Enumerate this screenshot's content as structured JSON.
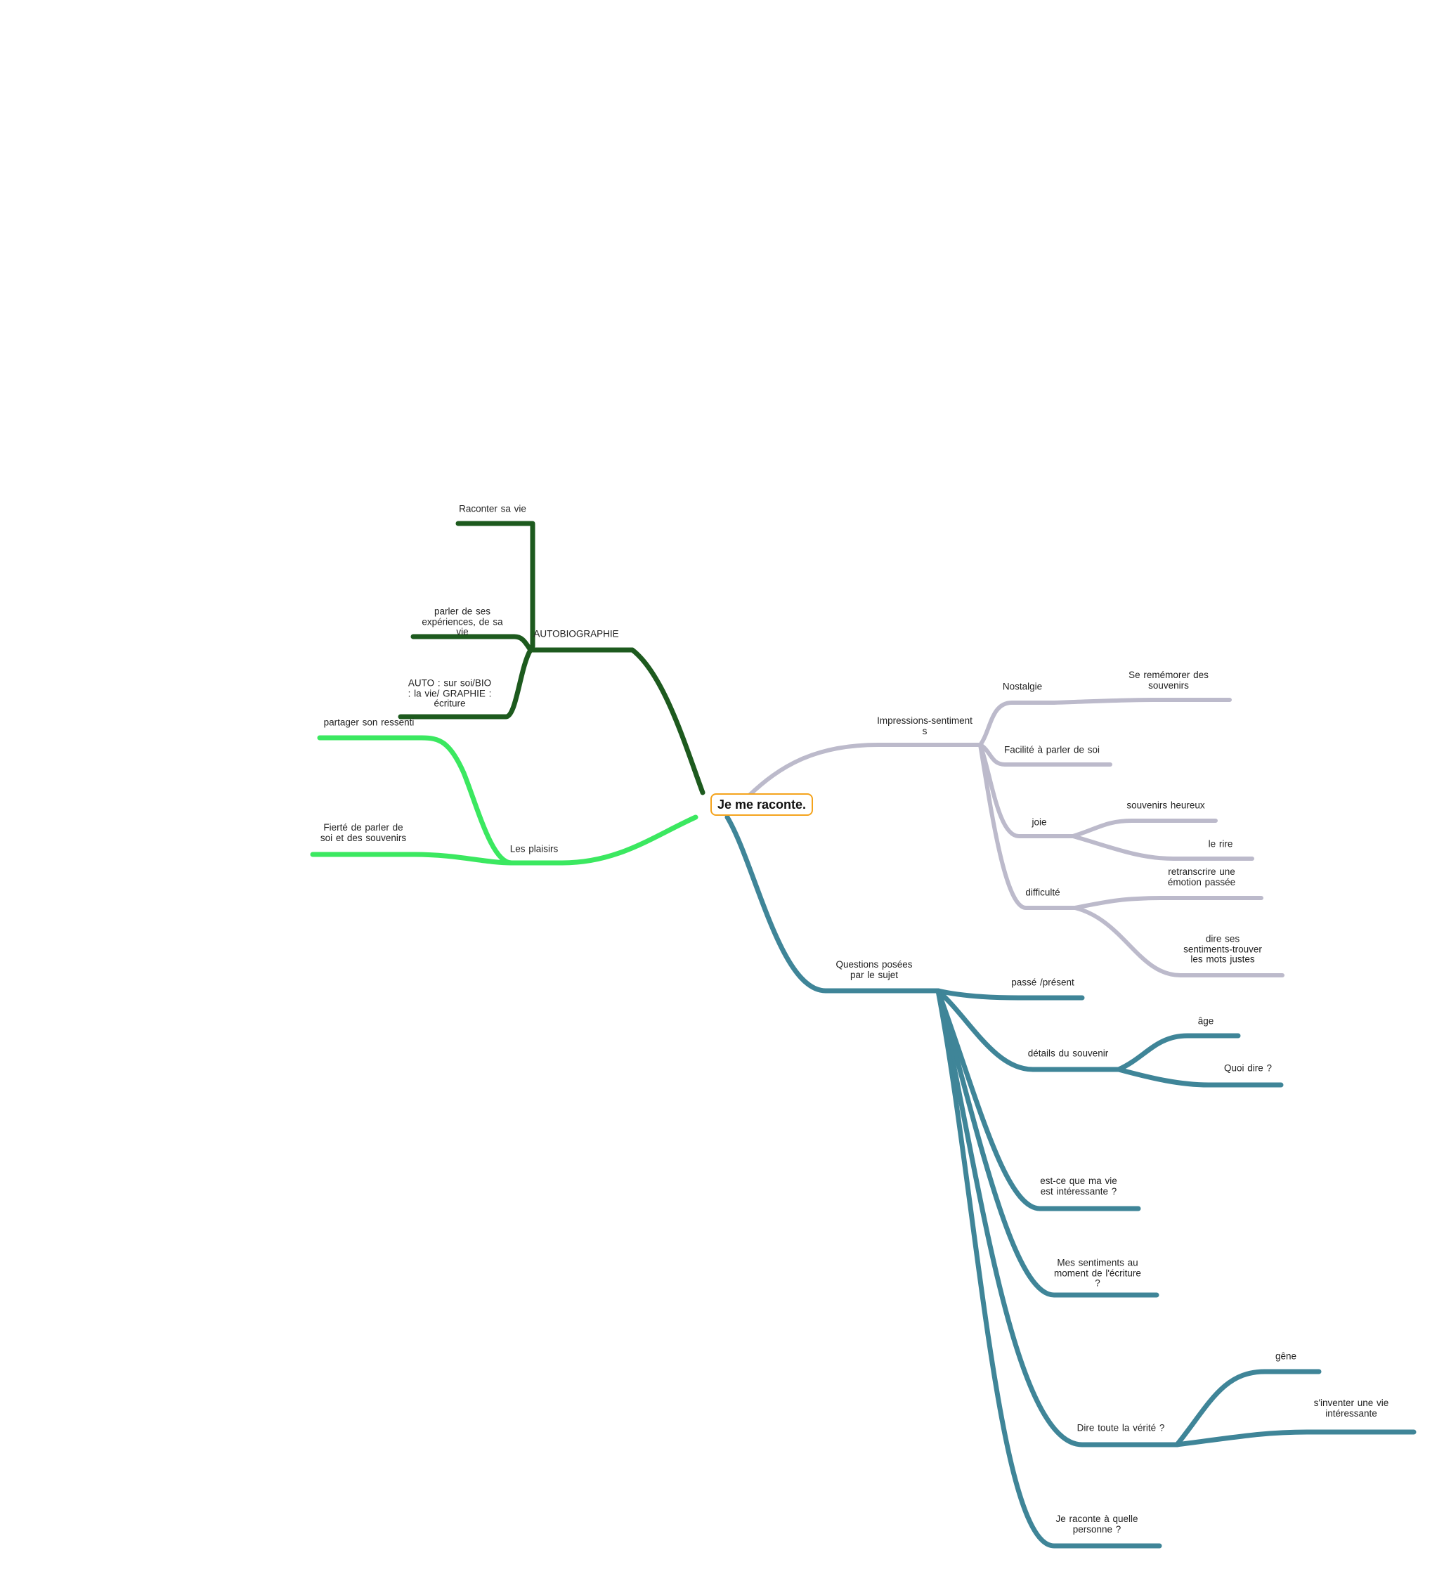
{
  "root": {
    "label": "Je me raconte.",
    "border_color": "#f4a31c"
  },
  "colors": {
    "autobiographie": "#1d5a1e",
    "plaisirs": "#3be860",
    "impressions": "#bcbacb",
    "questions": "#3f8598"
  },
  "branches": {
    "autobiographie": {
      "label": "AUTOBIOGRAPHIE",
      "children": [
        "Raconter sa vie",
        "parler  de  ses\nexpériences,  de  sa\nvie",
        "AUTO  :  sur  soi/BIO\n:  la  vie/  GRAPHIE  :\nécriture"
      ]
    },
    "plaisirs": {
      "label": "Les plaisirs",
      "children": [
        "partager son ressenti",
        "Fierté  de  parler  de\nsoi  et  des  souvenirs"
      ]
    },
    "impressions": {
      "label": "Impressions-sentiment\ns",
      "children": {
        "nostalgie": {
          "label": "Nostalgie",
          "children": [
            "Se  remémorer  des\nsouvenirs"
          ]
        },
        "facilite": {
          "label": "Facilité à parler de soi"
        },
        "joie": {
          "label": "joie",
          "children": [
            "souvenirs heureux",
            "le rire"
          ]
        },
        "difficulte": {
          "label": "difficulté",
          "children": [
            "retranscrire  une\némotion  passée",
            "dire  ses\nsentiments-trouver\nles  mots  justes"
          ]
        }
      }
    },
    "questions": {
      "label": "Questions  posées\npar  le  sujet",
      "children": {
        "passe": {
          "label": "passé /présent"
        },
        "details": {
          "label": "détails du souvenir",
          "children": [
            "âge",
            "Quoi dire ?"
          ]
        },
        "interessante": {
          "label": "est-ce  que  ma  vie\nest  intéressante  ?"
        },
        "sentiments": {
          "label": "Mes  sentiments  au\nmoment  de  l'écriture\n?"
        },
        "verite": {
          "label": "Dire toute la vérité ?",
          "children": [
            "gêne",
            "s'inventer  une  vie\nintéressante"
          ]
        },
        "personne": {
          "label": "Je  raconte  à  quelle\npersonne  ?"
        }
      }
    }
  }
}
